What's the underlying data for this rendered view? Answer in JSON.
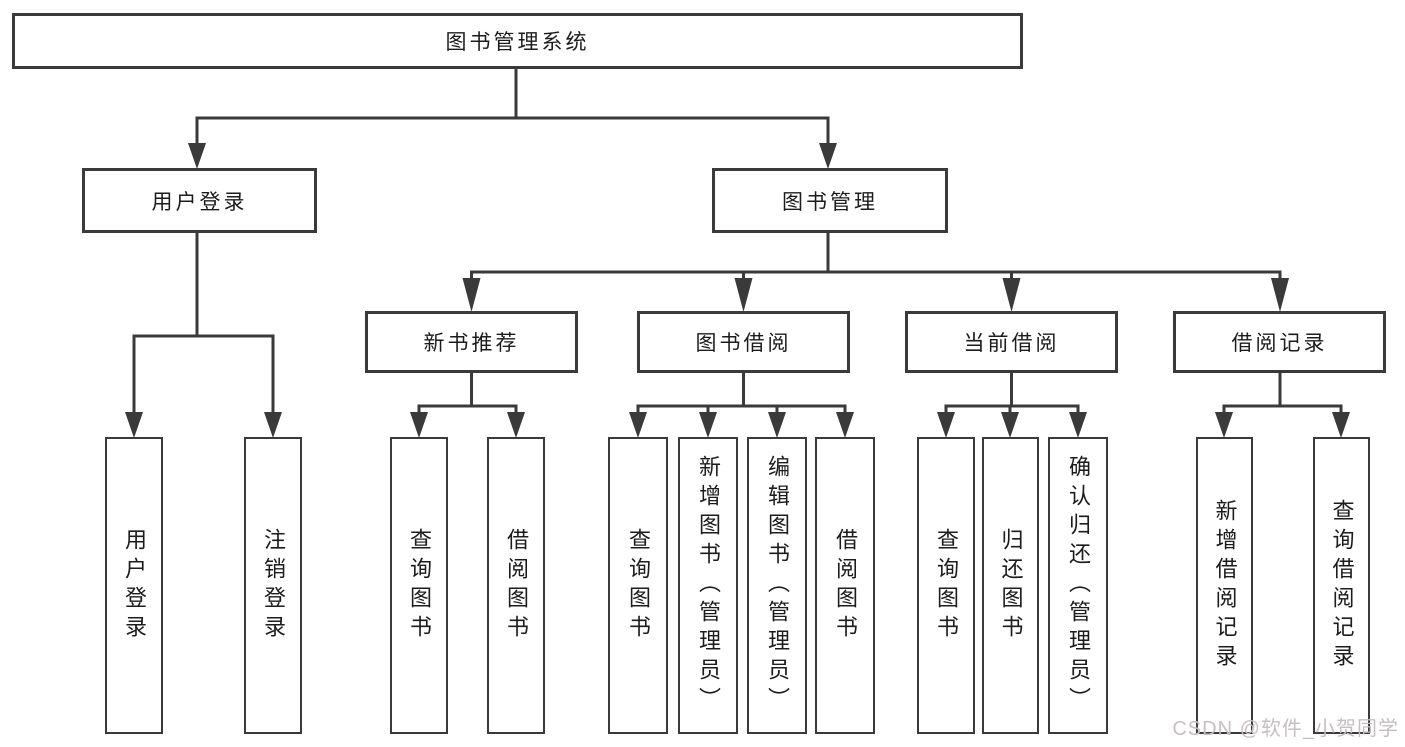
{
  "root": {
    "label": "图书管理系统"
  },
  "level2": [
    {
      "label": "用户登录"
    },
    {
      "label": "图书管理"
    }
  ],
  "level3": [
    {
      "label": "新书推荐"
    },
    {
      "label": "图书借阅"
    },
    {
      "label": "当前借阅"
    },
    {
      "label": "借阅记录"
    }
  ],
  "leaves": [
    {
      "label": "用户登录"
    },
    {
      "label": "注销登录"
    },
    {
      "label": "查询图书"
    },
    {
      "label": "借阅图书"
    },
    {
      "label": "查询图书"
    },
    {
      "label": "新增图书（管理员）"
    },
    {
      "label": "编辑图书（管理员）"
    },
    {
      "label": "借阅图书"
    },
    {
      "label": "查询图书"
    },
    {
      "label": "归还图书"
    },
    {
      "label": "确认归还（管理员）"
    },
    {
      "label": "新增借阅记录"
    },
    {
      "label": "查询借阅记录"
    }
  ],
  "watermark": {
    "text": "CSDN @软件_小贺同学"
  },
  "colors": {
    "line": "#3a3a3a",
    "box_border": "#3a3a3a",
    "text": "#1c1c1c",
    "watermark": "#c6bfc1",
    "background": "#ffffff"
  }
}
